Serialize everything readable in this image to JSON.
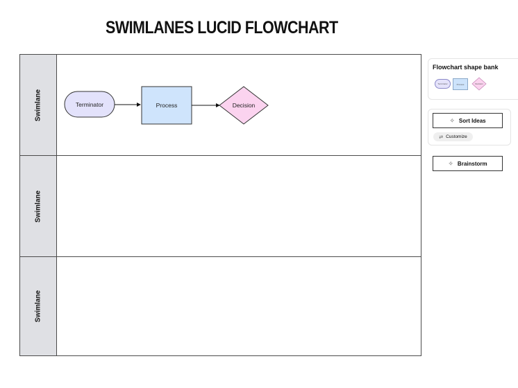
{
  "title": "SWIMLANES LUCID FLOWCHART",
  "lanes": [
    {
      "label": "Swimlane"
    },
    {
      "label": "Swimlane"
    },
    {
      "label": "Swimlane"
    }
  ],
  "flow": {
    "terminator": "Terminator",
    "process": "Process",
    "decision": "Decision"
  },
  "colors": {
    "terminator_fill": "#e3e2fb",
    "process_fill": "#cfe4fc",
    "decision_fill": "#fbd3ef",
    "lane_header": "#dfe0e4"
  },
  "shape_bank": {
    "title": "Flowchart shape bank",
    "items": [
      {
        "label": "Terminator"
      },
      {
        "label": "Process"
      },
      {
        "label": "Decision"
      }
    ]
  },
  "actions": {
    "sort_ideas": "Sort Ideas",
    "customize": "Customize",
    "brainstorm": "Brainstorm"
  }
}
